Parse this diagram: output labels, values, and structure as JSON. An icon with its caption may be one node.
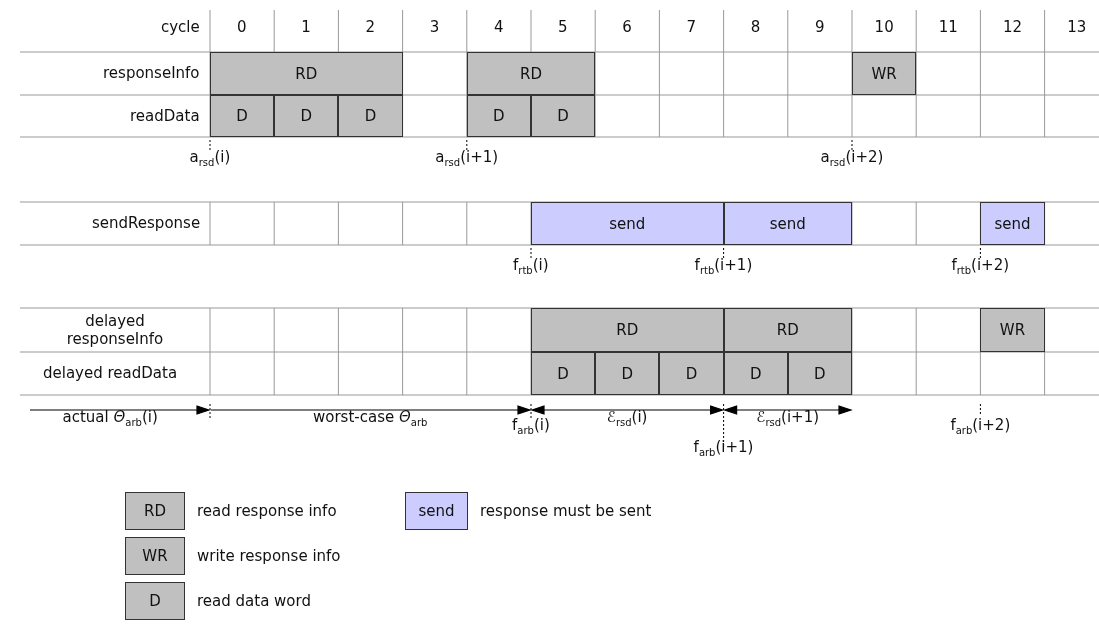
{
  "diagram": {
    "nodes": [
      {
        "text": [
          "RD"
        ]
      },
      {
        "text": [
          "RD"
        ]
      },
      {
        "text": [
          "WR"
        ]
      },
      {
        "text": [
          "D"
        ],
        "beside": [
          "a$_{rsd}$(i)"
        ]
      },
      {
        "text": [
          "D"
        ]
      },
      {
        "text": [
          "D"
        ]
      },
      {
        "text": [
          "D"
        ],
        "beside": [
          "a$_{rsd}$(i+1)"
        ]
      },
      {
        "text": [
          "D"
        ]
      },
      {
        "text": [
          "send"
        ],
        "beside": [
          "f$_{rtb}$(i)"
        ]
      },
      {
        "text": [
          "send"
        ],
        "beside": [
          "f$_{rtb}$(i+1)"
        ]
      },
      {
        "text": [
          "send"
        ],
        "beside": [
          "f$_{rtb}$(i+2)"
        ]
      },
      {
        "text": [
          "RD"
        ]
      },
      {
        "text": [
          "RD"
        ]
      },
      {
        "text": [
          "WR"
        ]
      },
      {
        "text": [
          "D"
        ]
      },
      {
        "text": [
          "D"
        ]
      },
      {
        "text": [
          "D"
        ]
      },
      {
        "text": [
          "D"
        ]
      },
      {
        "text": [
          "D"
        ]
      }
    ],
    "edges": [],
    "labels": [
      "cycle",
      "0",
      "1",
      "2",
      "3",
      "4",
      "5",
      "6",
      "7",
      "8",
      "9",
      "10",
      "11",
      "12",
      "13",
      "responseInfo",
      "readData",
      "a$_{rsd}$(i+2)",
      "sendResponse",
      "delayed responseInfo",
      "delayed readData",
      "actual *Θ*$_{arb}$(i)",
      "worst-case *Θ*$_{arb}$",
      "f$_{arb}$(i)",
      "ℰ$_{rsd}$(i)",
      "ℰ$_{rsd}$(i+1)",
      "f$_{arb}$(i+1)",
      "f$_{arb}$(i+2)",
      "RD",
      "send",
      "WR",
      "D"
    ],
    "legend": [
      {
        "text": "read response info",
        "color": "#c0c0c0"
      },
      {
        "text": "response must be sent",
        "color": "#ccccff"
      },
      {
        "text": "write response info",
        "color": "#c0c0c0"
      },
      {
        "text": "read data word",
        "color": "#c0c0c0"
      }
    ]
  }
}
